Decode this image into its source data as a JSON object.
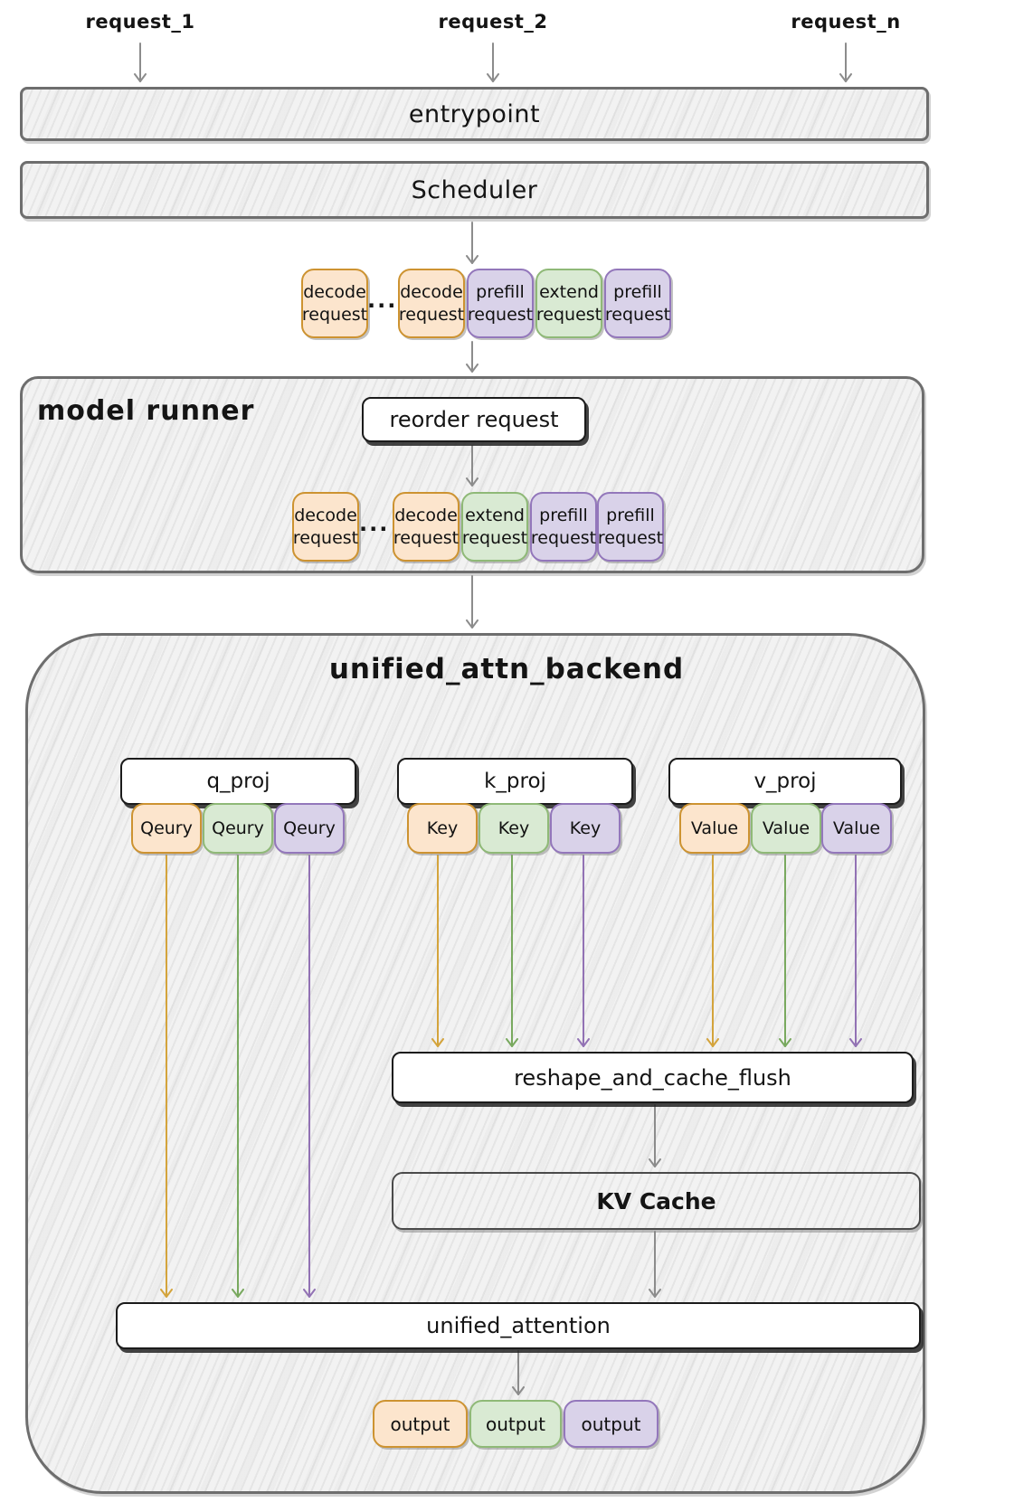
{
  "palette": {
    "orange-fill": "#fce5cd",
    "orange-border": "#cd9331",
    "green-fill": "#d9ead3",
    "green-border": "#8fb977",
    "purple-fill": "#d9d2e9",
    "purple-border": "#9377bb",
    "gray-arrow": "#8c8c8c",
    "orange-arrow": "#d4a43c",
    "green-arrow": "#79a95f",
    "purple-arrow": "#9272b4"
  },
  "requests": {
    "r1": "request_1",
    "r2": "request_2",
    "rn": "request_n"
  },
  "entrypoint": {
    "label": "entrypoint"
  },
  "scheduler": {
    "label": "Scheduler"
  },
  "ellipsis": "...",
  "scheduler_batch": [
    {
      "line1": "decode",
      "line2": "request",
      "tone": "orange"
    },
    {
      "line1": "decode",
      "line2": "request",
      "tone": "orange"
    },
    {
      "line1": "prefill",
      "line2": "request",
      "tone": "purple"
    },
    {
      "line1": "extend",
      "line2": "request",
      "tone": "green"
    },
    {
      "line1": "prefill",
      "line2": "request",
      "tone": "purple"
    }
  ],
  "model_runner": {
    "label": "model runner",
    "reorder": "reorder request",
    "batch": [
      {
        "line1": "decode",
        "line2": "request",
        "tone": "orange"
      },
      {
        "line1": "decode",
        "line2": "request",
        "tone": "orange"
      },
      {
        "line1": "extend",
        "line2": "request",
        "tone": "green"
      },
      {
        "line1": "prefill",
        "line2": "request",
        "tone": "purple"
      },
      {
        "line1": "prefill",
        "line2": "request",
        "tone": "purple"
      }
    ]
  },
  "backend": {
    "title": "unified_attn_backend",
    "q_proj": "q_proj",
    "k_proj": "k_proj",
    "v_proj": "v_proj",
    "queries": [
      {
        "label": "Qeury",
        "tone": "orange"
      },
      {
        "label": "Qeury",
        "tone": "green"
      },
      {
        "label": "Qeury",
        "tone": "purple"
      }
    ],
    "keys": [
      {
        "label": "Key",
        "tone": "orange"
      },
      {
        "label": "Key",
        "tone": "green"
      },
      {
        "label": "Key",
        "tone": "purple"
      }
    ],
    "values": [
      {
        "label": "Value",
        "tone": "orange"
      },
      {
        "label": "Value",
        "tone": "green"
      },
      {
        "label": "Value",
        "tone": "purple"
      }
    ],
    "reshape": "reshape_and_cache_flush",
    "kv_cache": "KV Cache",
    "attention": "unified_attention",
    "outputs": [
      {
        "label": "output",
        "tone": "orange"
      },
      {
        "label": "output",
        "tone": "green"
      },
      {
        "label": "output",
        "tone": "purple"
      }
    ]
  }
}
